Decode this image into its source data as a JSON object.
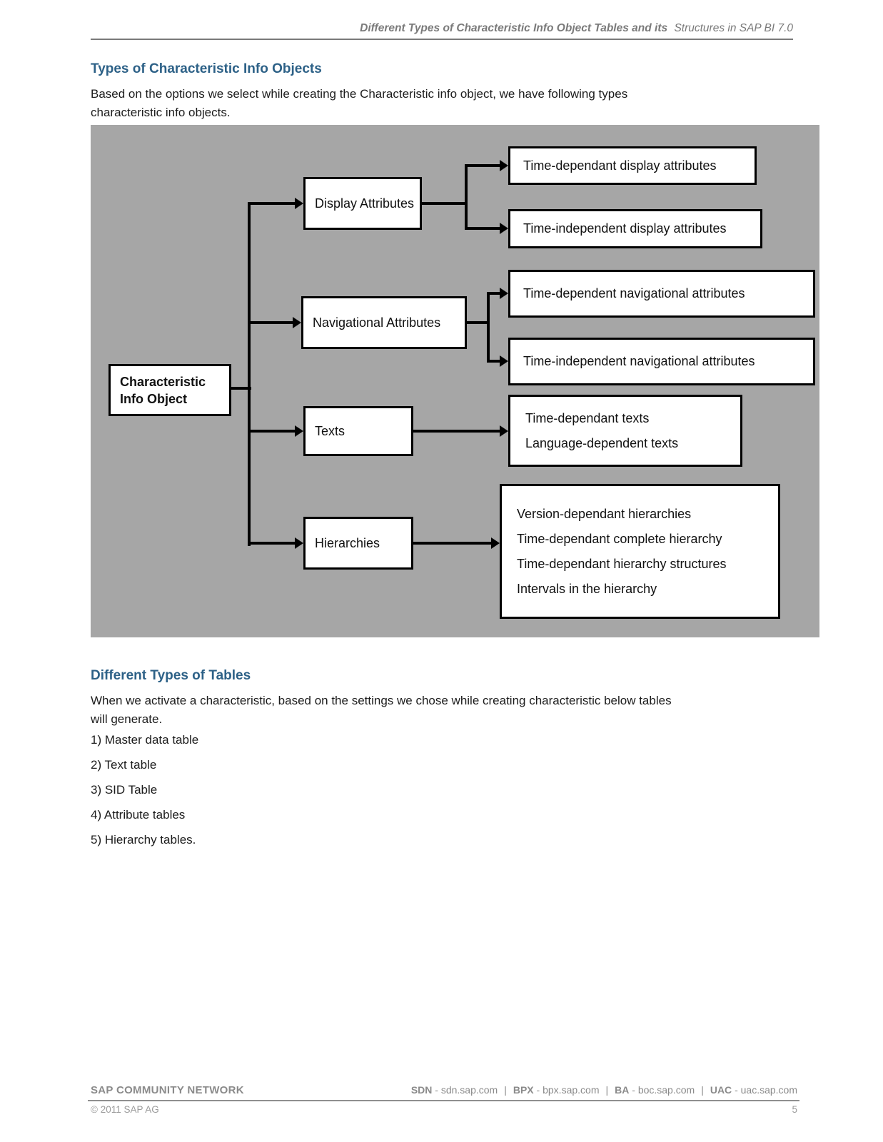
{
  "colors": {
    "heading_blue": "#2d6187",
    "body_text": "#1c1c1c",
    "diagram_bg": "#a6a6a6",
    "box_fill": "#ffffff",
    "box_border": "#000000",
    "connector": "#000000",
    "header_text": "#7a7a7a",
    "footer_text": "#8a8a8a",
    "rule_gray": "#8f8f8f"
  },
  "header": {
    "title_bold": "Different Types of Characteristic Info Object Tables and its",
    "title_regular": "Structures in SAP BI 7.0"
  },
  "sections": {
    "types": {
      "heading": "Types of Characteristic Info Objects",
      "body_lines": [
        "Based on the options we select while creating the Characteristic info object, we have following types",
        "characteristic info objects."
      ]
    },
    "tables": {
      "heading": "Different Types of Tables",
      "body_lines": [
        "When we activate a characteristic, based on the settings we chose while creating characteristic below tables",
        "will generate."
      ],
      "list": [
        "1) Master data table",
        "2) Text table",
        "3) SID Table",
        "4) Attribute tables",
        "5) Hierarchy tables."
      ]
    }
  },
  "diagram": {
    "root": {
      "line1": "Characteristic",
      "line2": "Info Object"
    },
    "display": {
      "label": "Display Attributes",
      "children": [
        "Time-dependant display attributes",
        "Time-independent display attributes"
      ]
    },
    "navigational": {
      "label": "Navigational Attributes",
      "children": [
        "Time-dependent navigational attributes",
        "Time-independent navigational attributes"
      ]
    },
    "texts": {
      "label": "Texts",
      "lines": [
        "Time-dependant texts",
        "Language-dependent texts"
      ]
    },
    "hierarchies": {
      "label": "Hierarchies",
      "lines": [
        "Version-dependant hierarchies",
        "Time-dependant complete hierarchy",
        "Time-dependant hierarchy structures",
        "Intervals in the hierarchy"
      ]
    }
  },
  "footer": {
    "brand": "SAP COMMUNITY NETWORK",
    "links": [
      {
        "abbr": "SDN",
        "host": "sdn.sap.com"
      },
      {
        "abbr": "BPX",
        "host": "bpx.sap.com"
      },
      {
        "abbr": "BA",
        "host": "boc.sap.com"
      },
      {
        "abbr": "UAC",
        "host": "uac.sap.com"
      }
    ],
    "dash": "-",
    "separator": "|",
    "copyright": "© 2011 SAP AG",
    "page_number": "5"
  }
}
